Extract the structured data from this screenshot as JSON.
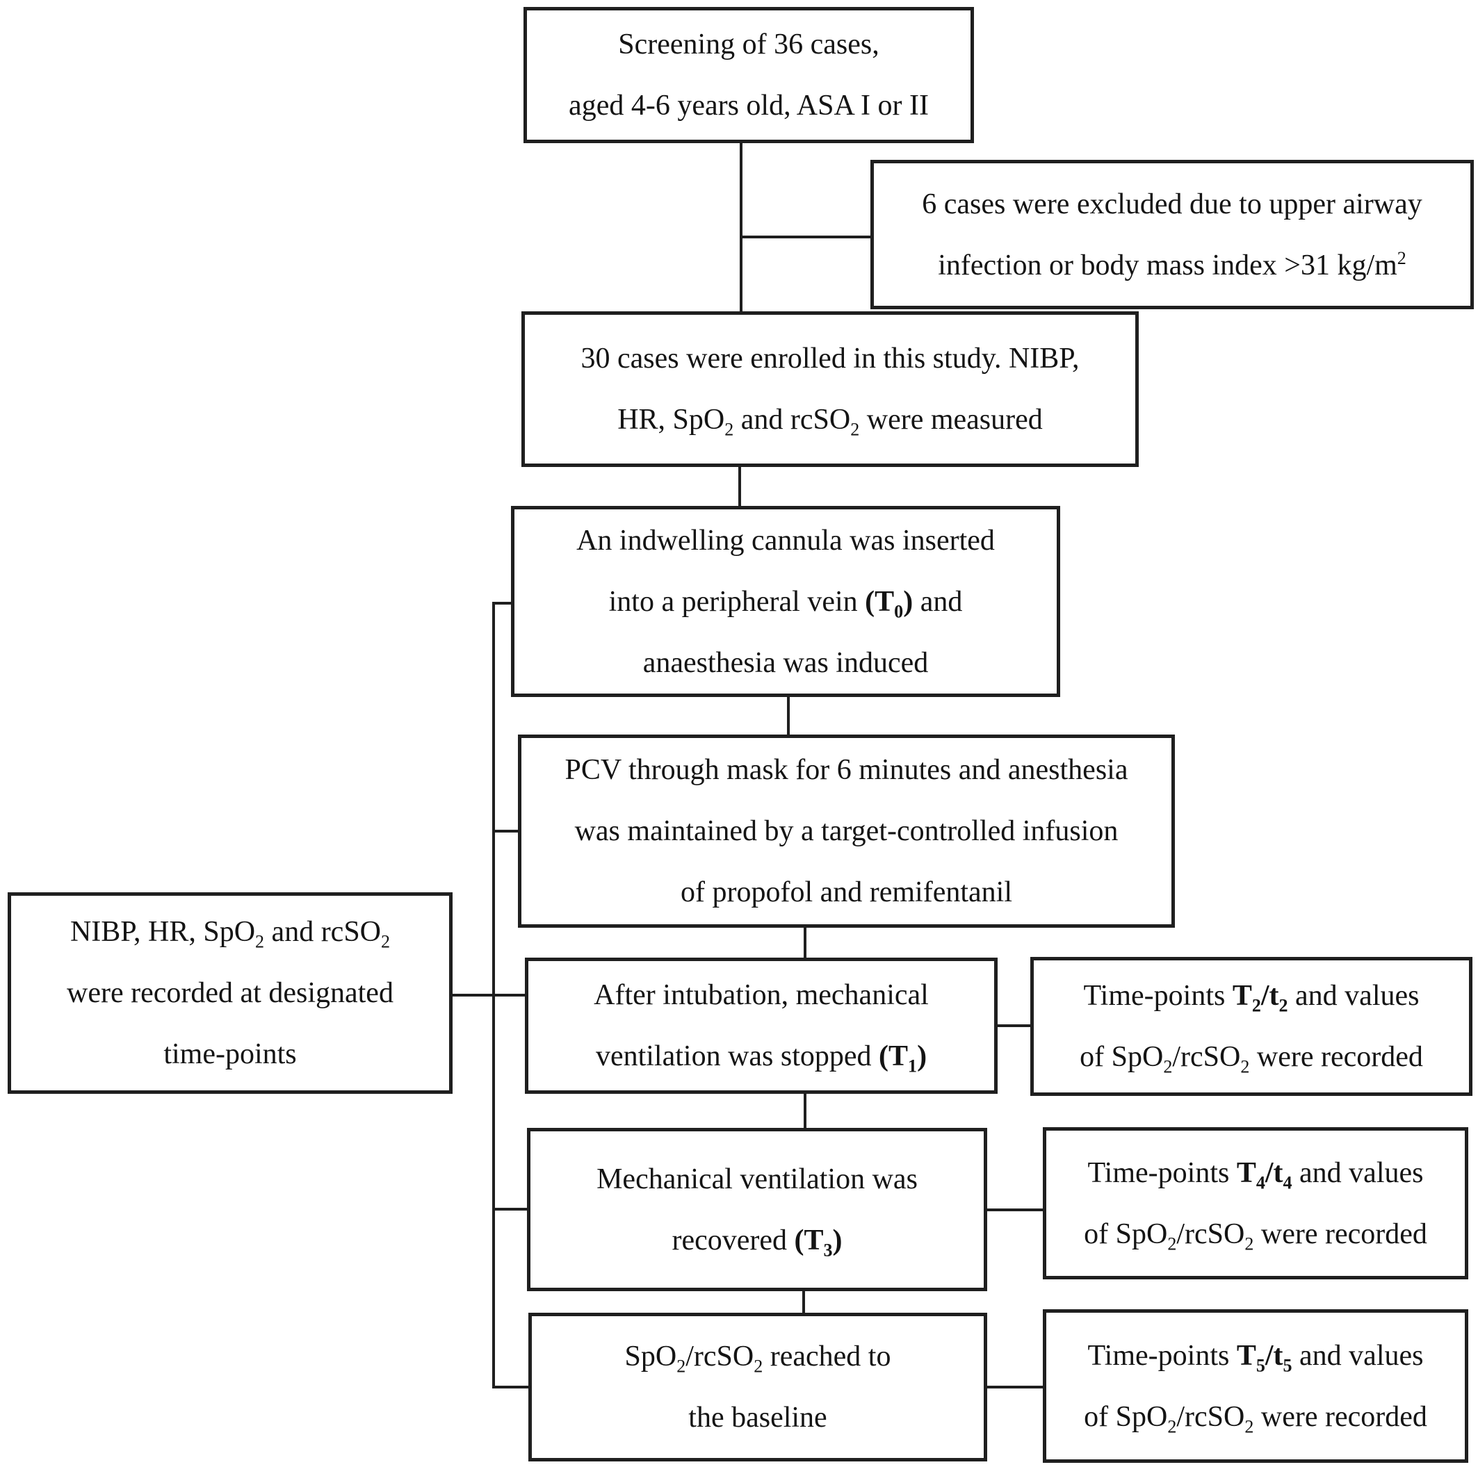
{
  "figure": {
    "type": "flowchart",
    "background_color": "#ffffff",
    "line_color": "#1f1f1f",
    "text_color": "#141414"
  },
  "boxes": {
    "screening": {
      "lines": [
        [
          {
            "t": "Screening of 36 cases,"
          }
        ],
        [
          {
            "t": "aged 4-6 years old, ASA I or II"
          }
        ]
      ]
    },
    "excluded": {
      "lines": [
        [
          {
            "t": "6 cases were excluded due to upper airway"
          }
        ],
        [
          {
            "t": "infection or body mass index >31 kg/m"
          },
          {
            "t": "2",
            "sup": true
          }
        ]
      ]
    },
    "enrolled": {
      "lines": [
        [
          {
            "t": "30 cases were enrolled in this study. NIBP,"
          }
        ],
        [
          {
            "t": "HR, SpO"
          },
          {
            "t": "2",
            "sub": true
          },
          {
            "t": " and rcSO"
          },
          {
            "t": "2",
            "sub": true
          },
          {
            "t": " were measured"
          }
        ]
      ]
    },
    "cannula": {
      "lines": [
        [
          {
            "t": "An indwelling cannula was inserted"
          }
        ],
        [
          {
            "t": "into a peripheral vein "
          },
          {
            "t": "(T",
            "b": true
          },
          {
            "t": "0",
            "b": true,
            "sub": true
          },
          {
            "t": ")",
            "b": true
          },
          {
            "t": " and"
          }
        ],
        [
          {
            "t": "anaesthesia was induced"
          }
        ]
      ]
    },
    "pcv": {
      "lines": [
        [
          {
            "t": "PCV through mask for 6 minutes and anesthesia"
          }
        ],
        [
          {
            "t": "was maintained by a target-controlled infusion"
          }
        ],
        [
          {
            "t": "of propofol and remifentanil"
          }
        ]
      ]
    },
    "recorded": {
      "lines": [
        [
          {
            "t": "NIBP, HR, SpO"
          },
          {
            "t": "2",
            "sub": true
          },
          {
            "t": " and rcSO"
          },
          {
            "t": "2",
            "sub": true
          }
        ],
        [
          {
            "t": "were recorded at designated"
          }
        ],
        [
          {
            "t": "time-points"
          }
        ]
      ]
    },
    "intubation": {
      "lines": [
        [
          {
            "t": "After intubation, mechanical"
          }
        ],
        [
          {
            "t": "ventilation was stopped "
          },
          {
            "t": "(T",
            "b": true
          },
          {
            "t": "1",
            "b": true,
            "sub": true
          },
          {
            "t": ")",
            "b": true
          }
        ]
      ]
    },
    "timepoints_t2": {
      "lines": [
        [
          {
            "t": "Time-points "
          },
          {
            "t": "T",
            "b": true
          },
          {
            "t": "2",
            "b": true,
            "sub": true
          },
          {
            "t": "/t",
            "b": true
          },
          {
            "t": "2",
            "b": true,
            "sub": true
          },
          {
            "t": " and values"
          }
        ],
        [
          {
            "t": "of SpO"
          },
          {
            "t": "2",
            "sub": true
          },
          {
            "t": "/rcSO"
          },
          {
            "t": "2",
            "sub": true
          },
          {
            "t": " were recorded"
          }
        ]
      ]
    },
    "ventilation_recovered": {
      "lines": [
        [
          {
            "t": "Mechanical ventilation was"
          }
        ],
        [
          {
            "t": "recovered "
          },
          {
            "t": "(T",
            "b": true
          },
          {
            "t": "3",
            "b": true,
            "sub": true
          },
          {
            "t": ")",
            "b": true
          }
        ]
      ]
    },
    "timepoints_t4": {
      "lines": [
        [
          {
            "t": "Time-points "
          },
          {
            "t": "T",
            "b": true
          },
          {
            "t": "4",
            "b": true,
            "sub": true
          },
          {
            "t": "/t",
            "b": true
          },
          {
            "t": "4",
            "b": true,
            "sub": true
          },
          {
            "t": " and values"
          }
        ],
        [
          {
            "t": "of SpO"
          },
          {
            "t": "2",
            "sub": true
          },
          {
            "t": "/rcSO"
          },
          {
            "t": "2",
            "sub": true
          },
          {
            "t": " were recorded"
          }
        ]
      ]
    },
    "baseline": {
      "lines": [
        [
          {
            "t": "SpO"
          },
          {
            "t": "2",
            "sub": true
          },
          {
            "t": "/rcSO"
          },
          {
            "t": "2",
            "sub": true
          },
          {
            "t": " reached to"
          }
        ],
        [
          {
            "t": "the baseline"
          }
        ]
      ]
    },
    "timepoints_t5": {
      "lines": [
        [
          {
            "t": "Time-points "
          },
          {
            "t": "T",
            "b": true
          },
          {
            "t": "5",
            "b": true,
            "sub": true
          },
          {
            "t": "/t",
            "b": true
          },
          {
            "t": "5",
            "b": true,
            "sub": true
          },
          {
            "t": " and values"
          }
        ],
        [
          {
            "t": "of SpO"
          },
          {
            "t": "2",
            "sub": true
          },
          {
            "t": "/rcSO"
          },
          {
            "t": "2",
            "sub": true
          },
          {
            "t": " were recorded"
          }
        ]
      ]
    }
  }
}
